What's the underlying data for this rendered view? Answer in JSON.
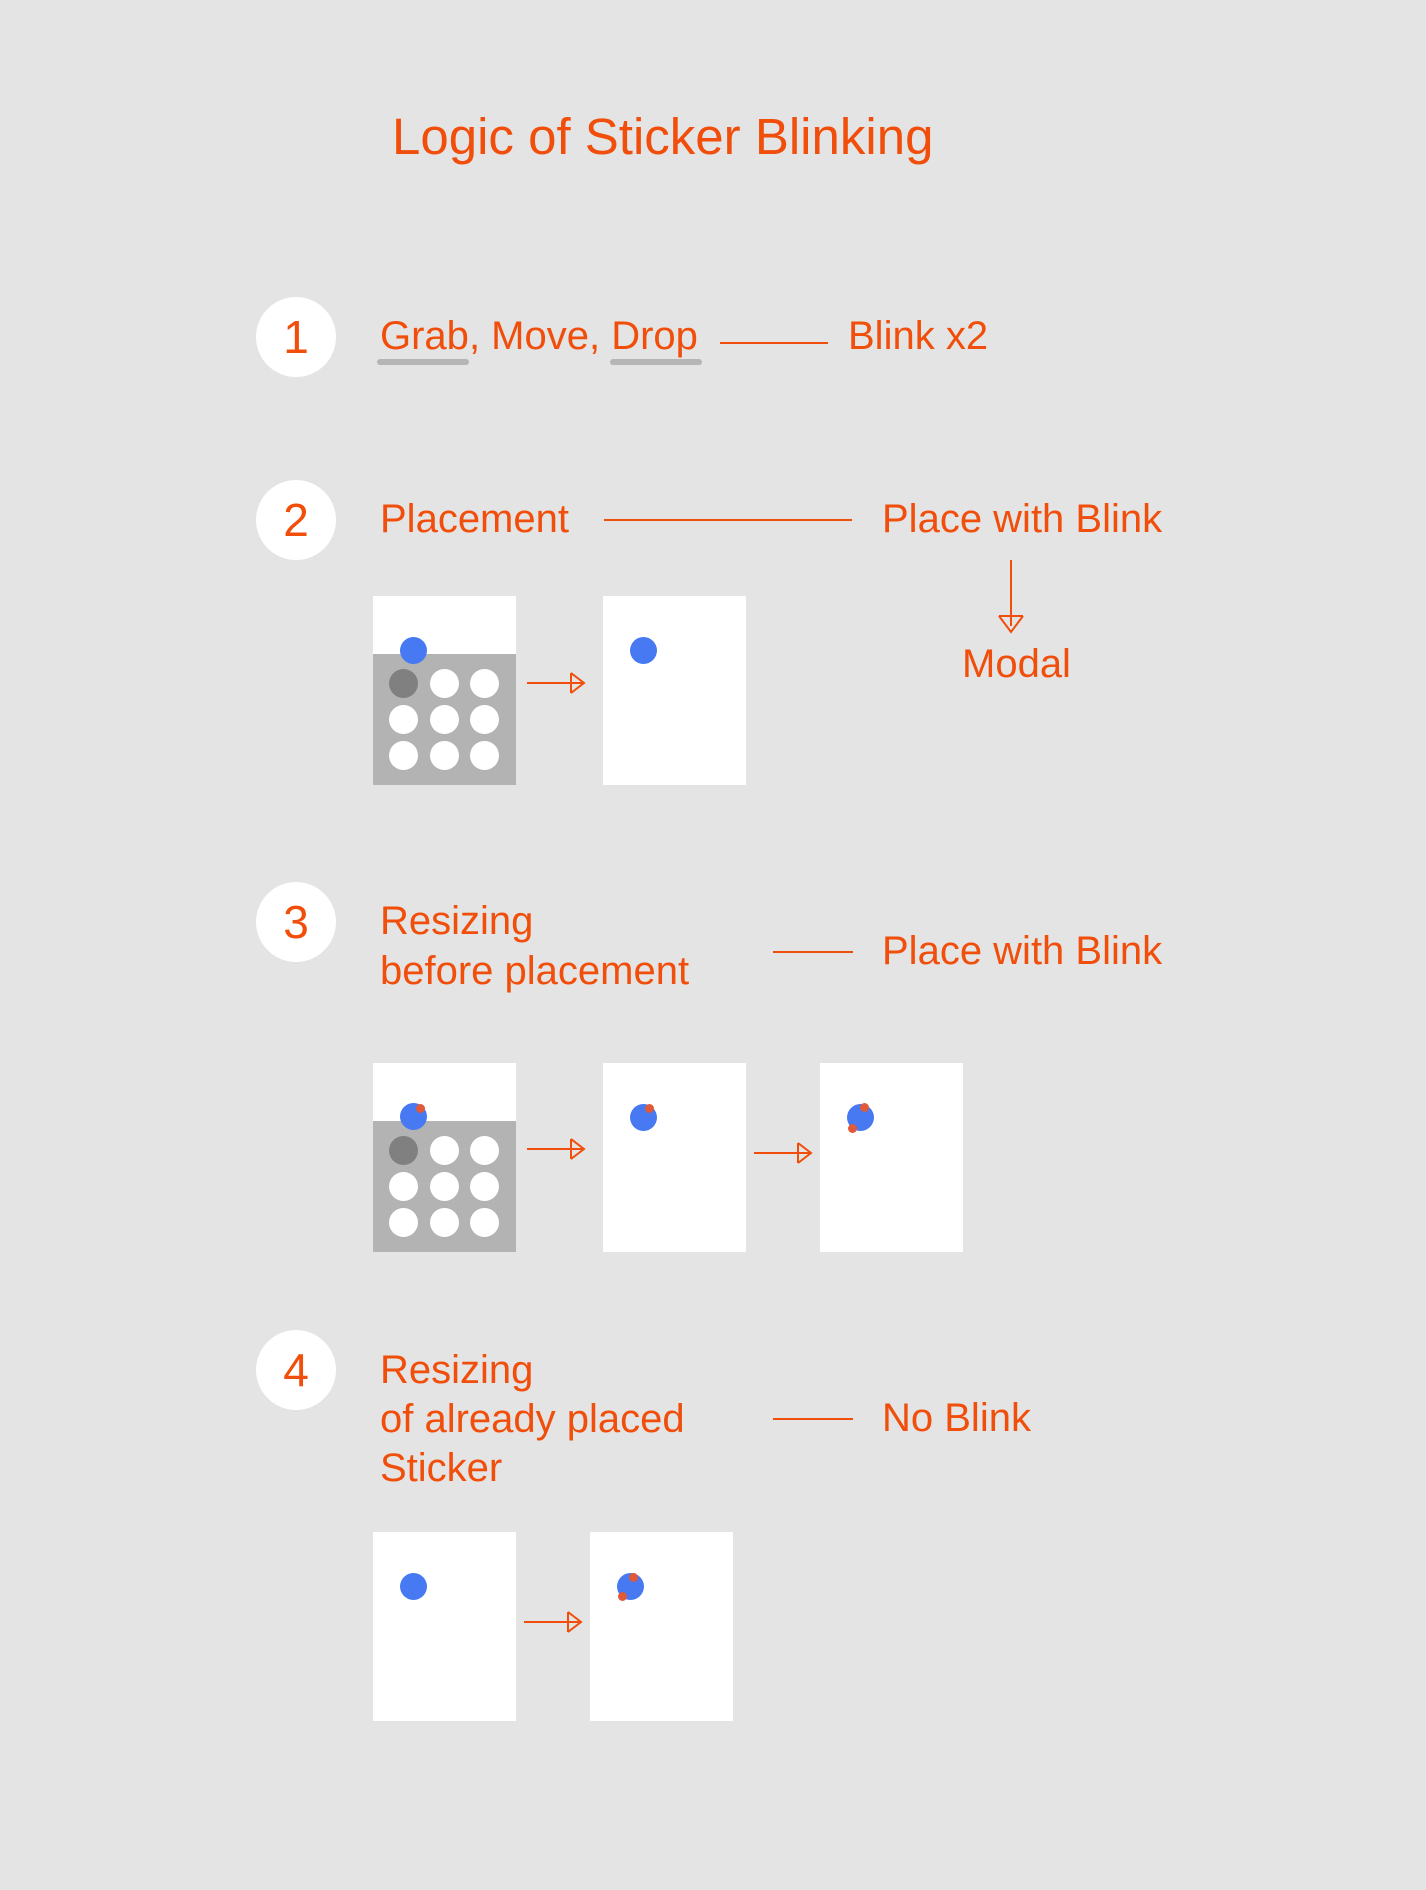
{
  "title": "Logic of Sticker Blinking",
  "colors": {
    "accent": "#f04e0a",
    "background": "#e4e4e4",
    "sticker": "#4679f2",
    "tray": "#b3b3b3",
    "selected_slot": "#808080",
    "underline": "#b5b5b5"
  },
  "steps": [
    {
      "number": "1",
      "label_parts": [
        "Grab",
        ", Move, ",
        "Drop"
      ],
      "underlined_parts": [
        "Grab",
        "Drop"
      ],
      "result": "Blink x2"
    },
    {
      "number": "2",
      "label": "Placement",
      "result": "Place with Blink",
      "followup": "Modal"
    },
    {
      "number": "3",
      "label_lines": [
        "Resizing",
        "before placement"
      ],
      "result": "Place with Blink"
    },
    {
      "number": "4",
      "label_lines": [
        "Resizing",
        "of already placed",
        "Sticker"
      ],
      "result": "No Blink"
    }
  ]
}
